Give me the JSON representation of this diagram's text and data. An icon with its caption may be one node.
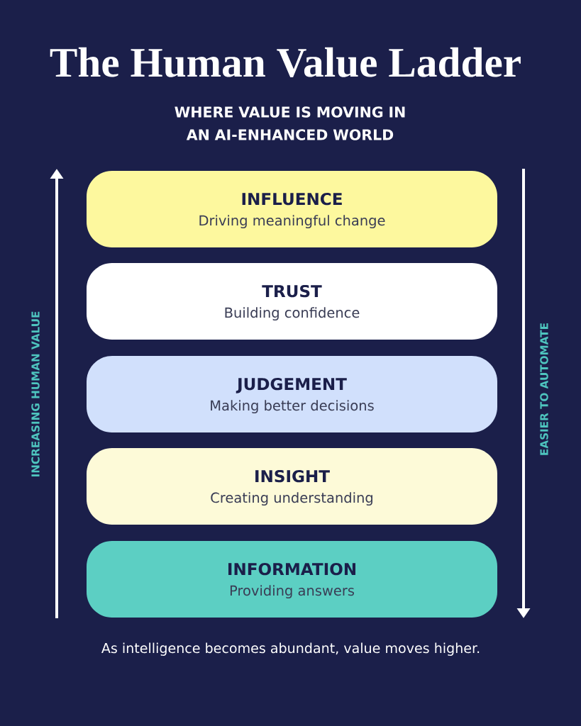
{
  "diagram": {
    "title": "The Human Value Ladder",
    "caption": "As intelligence becomes abundant, value moves higher.",
    "nodes": [
      {
        "text": [
          "INFLUENCE",
          "Driving meaningful change"
        ]
      },
      {
        "text": [
          "TRUST",
          "Building confidence"
        ]
      },
      {
        "text": [
          "JUDGEMENT",
          "Making better decisions"
        ]
      },
      {
        "text": [
          "INSIGHT",
          "Creating understanding"
        ]
      },
      {
        "text": [
          "INFORMATION",
          "Providing answers"
        ]
      }
    ],
    "labels": [
      "WHERE VALUE IS MOVING IN AN AI-ENHANCED WORLD",
      "INCREASING HUMAN VALUE",
      "EASIER TO AUTOMATE"
    ]
  }
}
